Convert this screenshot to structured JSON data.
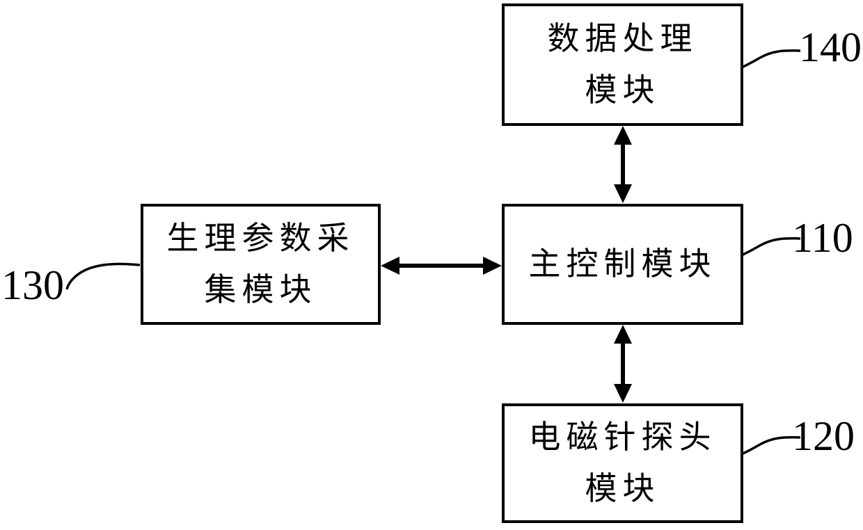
{
  "figure": {
    "type": "block-diagram",
    "colors": {
      "background": "#ffffff",
      "line": "#000000",
      "text": "#000000"
    },
    "boxes": {
      "data_processing": {
        "text": "数据处理\n模块",
        "ref": "140"
      },
      "main_control": {
        "text": "主控制模块",
        "ref": "110"
      },
      "physio_collect": {
        "text": "生理参数采\n集模块",
        "ref": "130"
      },
      "em_needle_probe": {
        "text": "电磁针探头\n模块",
        "ref": "120"
      }
    },
    "connections": [
      {
        "from": "main_control",
        "to": "data_processing",
        "type": "double-arrow",
        "orientation": "vertical"
      },
      {
        "from": "main_control",
        "to": "physio_collect",
        "type": "double-arrow",
        "orientation": "horizontal"
      },
      {
        "from": "main_control",
        "to": "em_needle_probe",
        "type": "double-arrow",
        "orientation": "vertical"
      }
    ]
  }
}
